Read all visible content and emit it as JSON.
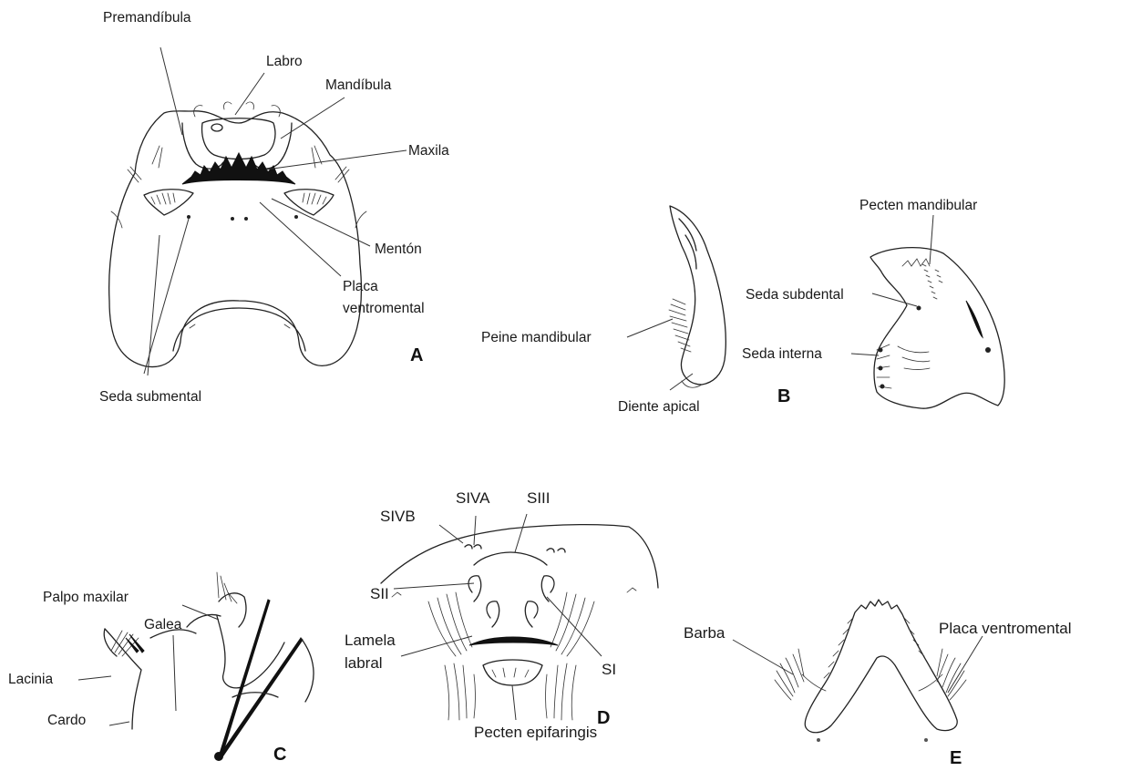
{
  "panels": {
    "A": {
      "letter": "A",
      "labels": {
        "premandibula": "Premandíbula",
        "labro": "Labro",
        "mandibula": "Mandíbula",
        "maxila": "Maxila",
        "menton": "Mentón",
        "placa_line1": "Placa",
        "placa_line2": "ventromental",
        "seda_submental": "Seda submental"
      }
    },
    "B": {
      "letter": "B",
      "labels": {
        "pecten_mandibular": "Pecten mandibular",
        "seda_subdental": "Seda subdental",
        "seda_interna": "Seda interna",
        "peine_mandibular": "Peine mandibular",
        "diente_apical": "Diente apical"
      }
    },
    "C": {
      "letter": "C",
      "labels": {
        "palpo_maxilar": "Palpo maxilar",
        "galea": "Galea",
        "lacinia": "Lacinia",
        "cardo": "Cardo"
      }
    },
    "D": {
      "letter": "D",
      "labels": {
        "sivb": "SIVB",
        "siva": "SIVA",
        "siii": "SIII",
        "sii": "SII",
        "si": "SI",
        "lamela_line1": "Lamela",
        "lamela_line2": "labral",
        "pecten_epifaringis": "Pecten epifaringis"
      }
    },
    "E": {
      "letter": "E",
      "labels": {
        "barba": "Barba",
        "placa_ventromental": "Placa ventromental"
      }
    }
  }
}
